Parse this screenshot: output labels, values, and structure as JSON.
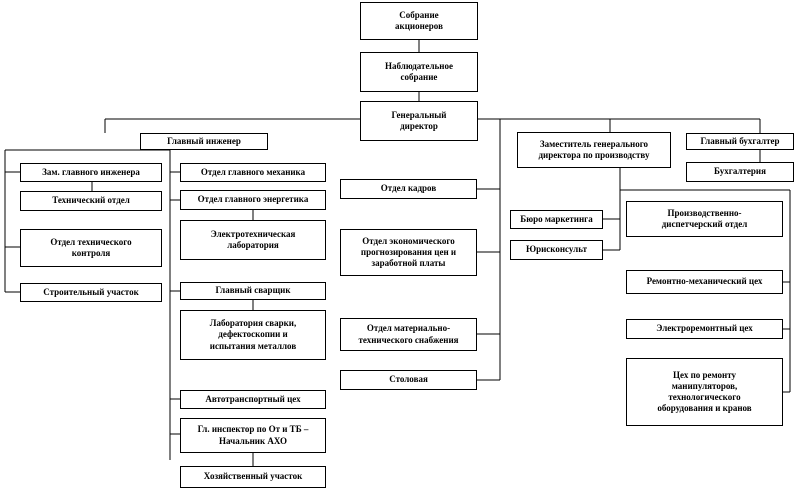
{
  "nodes": {
    "shareholders_meeting": "Собрание\nакционеров",
    "supervisory_board": "Наблюдательное\nсобрание",
    "general_director": "Генеральный\nдиректор",
    "chief_engineer": "Главный инженер",
    "deputy_chief_engineer": "Зам. главного инженера",
    "technical_dept": "Технический отдел",
    "technical_control_dept": "Отдел технического\nконтроля",
    "construction_site": "Строительный участок",
    "chief_mechanic_dept": "Отдел главного механика",
    "chief_power_engineer_dept": "Отдел главного энергетика",
    "electrotechnical_lab": "Электротехническая\nлаборатория",
    "chief_welder": "Главный сварщик",
    "welding_lab": "Лаборатория сварки,\nдефектоскопии и\nиспытания металлов",
    "motor_transport_shop": "Автотранспортный цех",
    "chief_inspector_aho": "Гл. инспектор по От и ТБ –\nНачальник АХО",
    "household_site": "Хозяйственный участок",
    "hr_dept": "Отдел кадров",
    "pricing_wages_dept": "Отдел экономического\nпрогнозирования цен и\nзаработной платы",
    "logistics_dept": "Отдел материально-\nтехнического снабжения",
    "canteen": "Столовая",
    "deputy_gd_production": "Заместитель генерального\nдиректора по производству",
    "marketing_bureau": "Бюро маркетинга",
    "legal_advisor": "Юрисконсульт",
    "production_dispatch_dept": "Производственно-\nдиспетчерский отдел",
    "repair_mechanical_shop": "Ремонтно-механический цех",
    "electrical_repair_shop": "Электроремонтный цех",
    "manipulator_repair_shop": "Цех по ремонту\nманипуляторов,\nтехнологического\nоборудования и кранов",
    "chief_accountant": "Главный бухгалтер",
    "accounting": "Бухгалтерия"
  }
}
